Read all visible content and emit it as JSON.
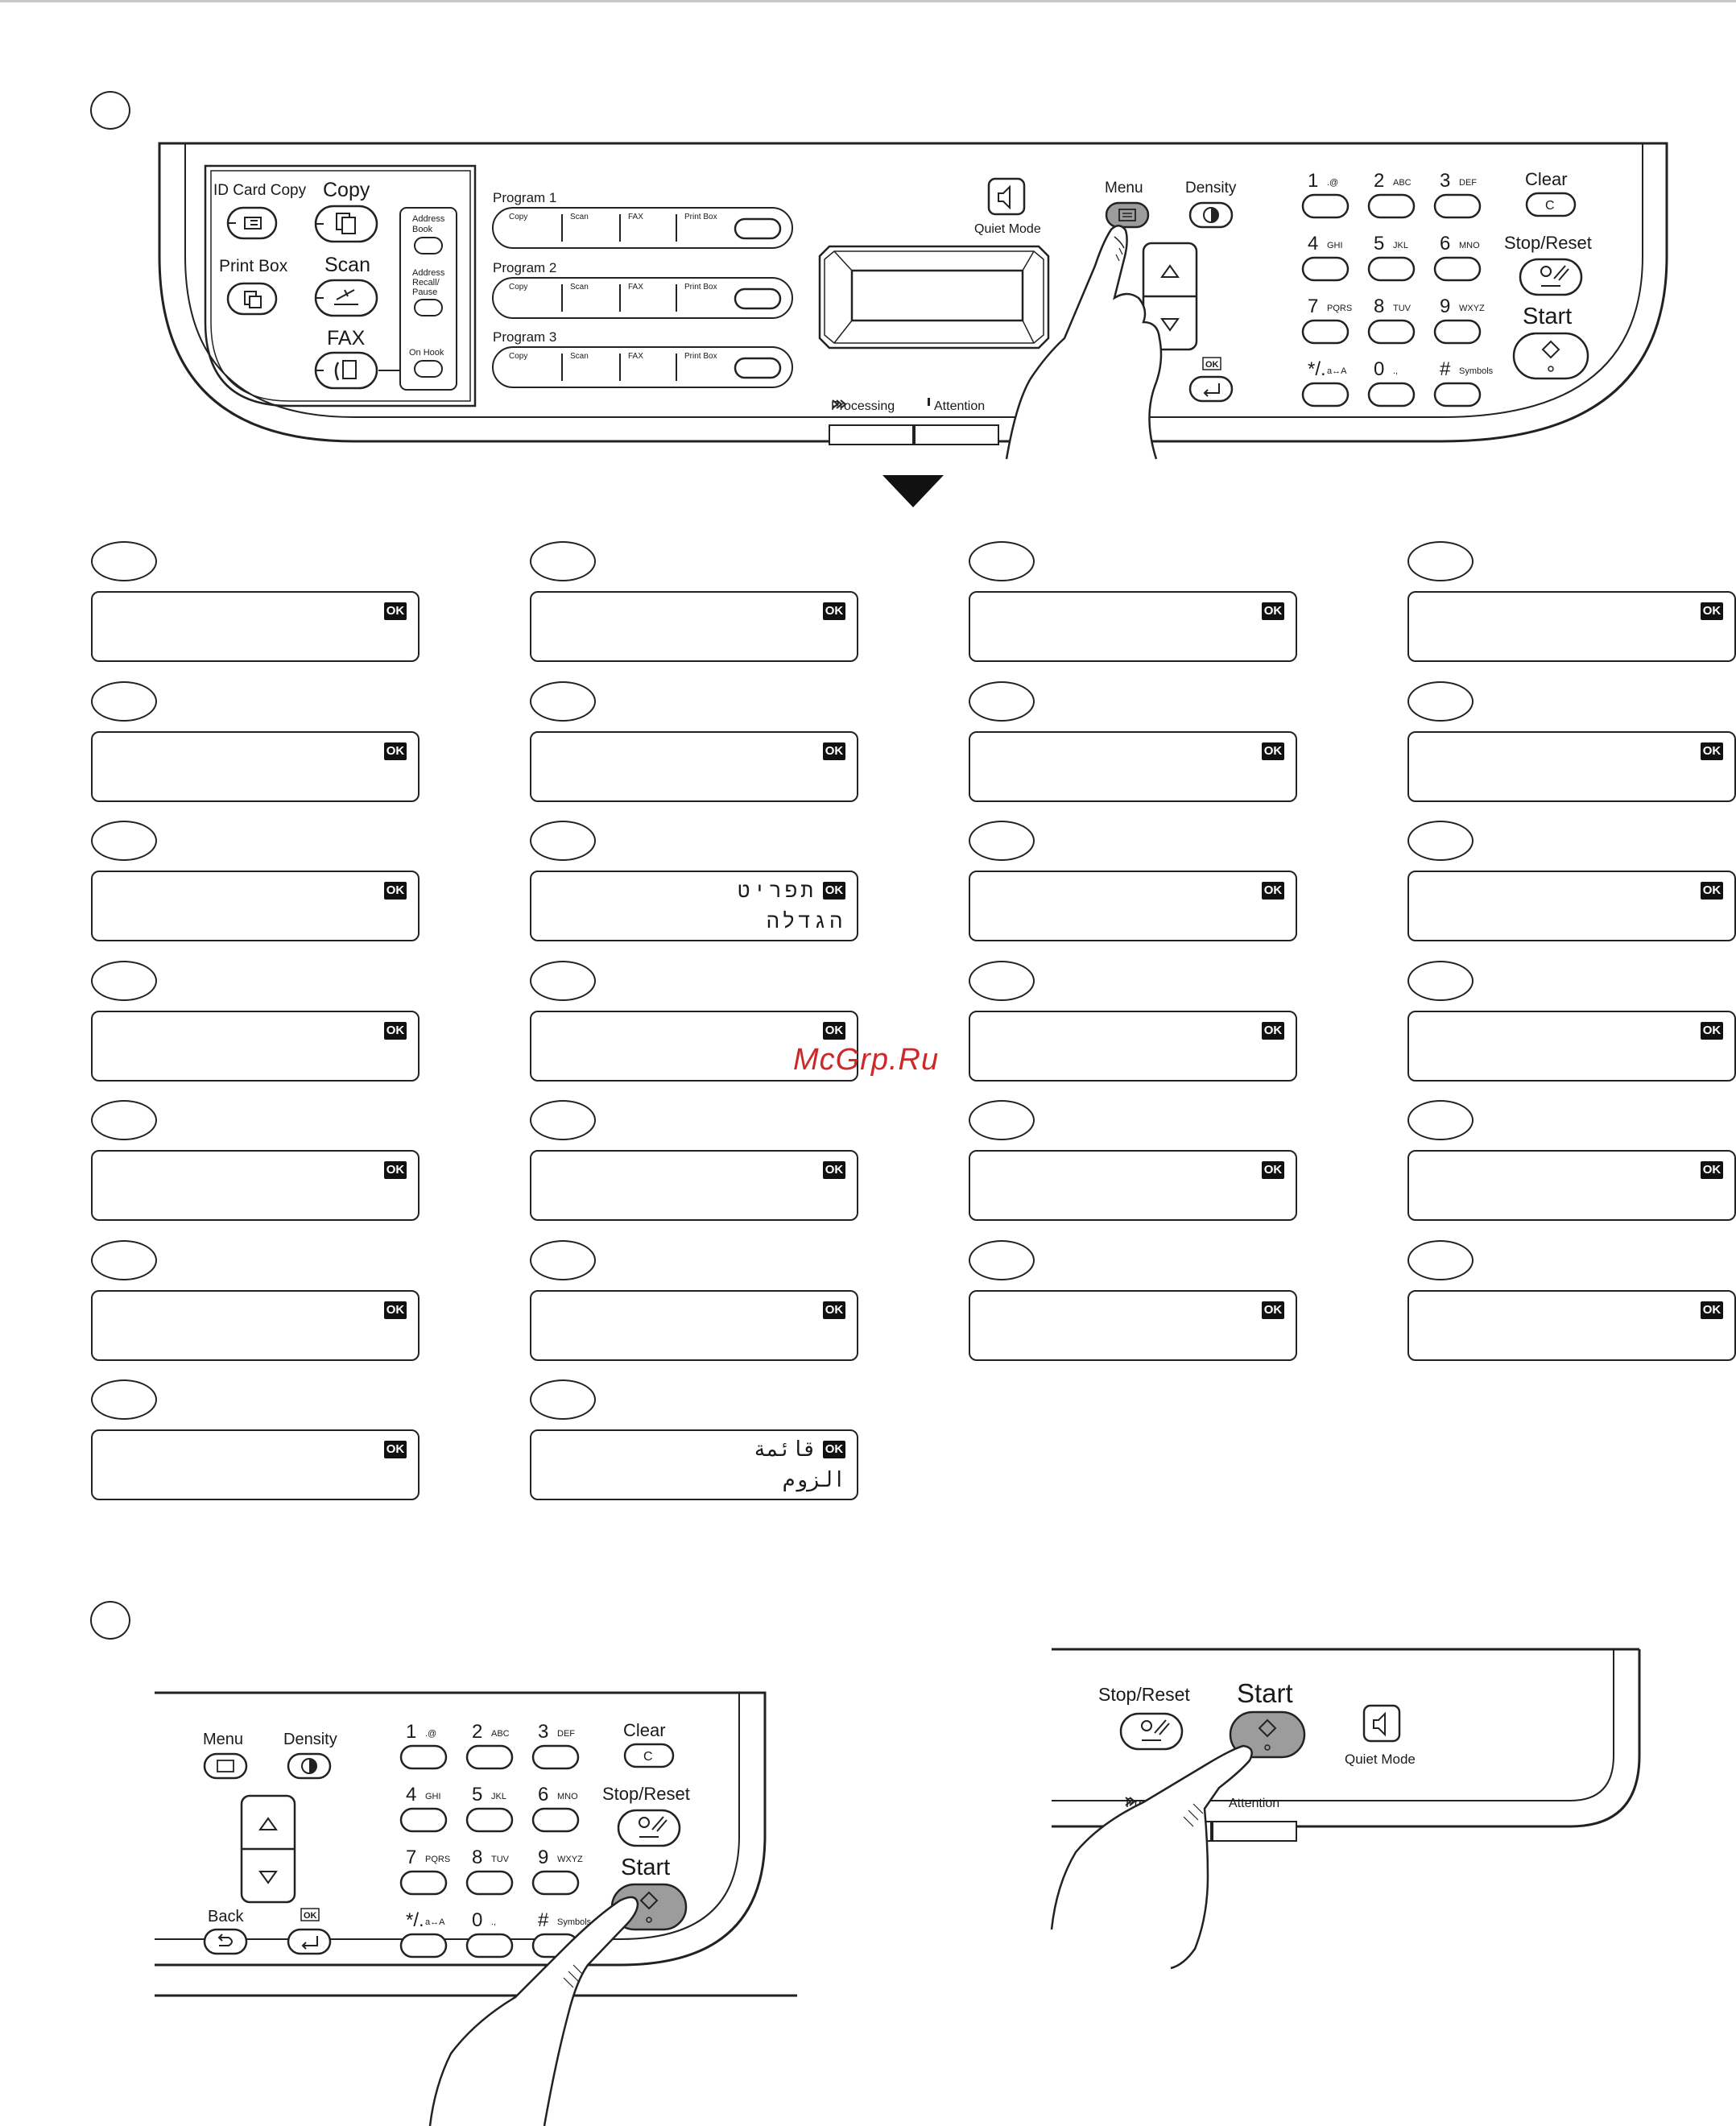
{
  "panel": {
    "id_card_copy": "ID Card Copy",
    "copy": "Copy",
    "print_box": "Print Box",
    "scan": "Scan",
    "fax": "FAX",
    "address_book": [
      "Address",
      "Book"
    ],
    "address_recall": [
      "Address",
      "Recall/",
      "Pause"
    ],
    "on_hook": "On Hook",
    "programs": [
      "Program 1",
      "Program 2",
      "Program 3"
    ],
    "program_slots": [
      "Copy",
      "Scan",
      "FAX",
      "Print Box"
    ],
    "quiet_mode": "Quiet Mode",
    "menu": "Menu",
    "density": "Density",
    "clear": "Clear",
    "clear_key": "C",
    "stop_reset": "Stop/Reset",
    "start": "Start",
    "processing": "Processing",
    "attention": "Attention",
    "ok_badge": "OK",
    "back": "Back",
    "keys": [
      {
        "num": "1",
        "sub": ".@"
      },
      {
        "num": "2",
        "sub": "ABC"
      },
      {
        "num": "3",
        "sub": "DEF"
      },
      {
        "num": "4",
        "sub": "GHI"
      },
      {
        "num": "5",
        "sub": "JKL"
      },
      {
        "num": "6",
        "sub": "MNO"
      },
      {
        "num": "7",
        "sub": "PQRS"
      },
      {
        "num": "8",
        "sub": "TUV"
      },
      {
        "num": "9",
        "sub": "WXYZ"
      },
      {
        "num": "*/.",
        "sub": "a↔A"
      },
      {
        "num": "0",
        "sub": ".,"
      },
      {
        "num": "#",
        "sub": "Symbols"
      }
    ]
  },
  "lcd": {
    "ok": "OK",
    "columns": [
      [
        {
          "line1": "",
          "line2": ""
        },
        {
          "line1": "",
          "line2": ""
        },
        {
          "line1": "",
          "line2": ""
        },
        {
          "line1": "",
          "line2": ""
        },
        {
          "line1": "",
          "line2": ""
        },
        {
          "line1": "",
          "line2": ""
        },
        {
          "line1": "",
          "line2": ""
        }
      ],
      [
        {
          "line1": "",
          "line2": ""
        },
        {
          "line1": "",
          "line2": ""
        },
        {
          "line1": "תפריט",
          "line2": "הגדלה"
        },
        {
          "line1": "",
          "line2": ""
        },
        {
          "line1": "",
          "line2": ""
        },
        {
          "line1": "",
          "line2": ""
        },
        {
          "line1": "قائمة",
          "line2": "الزوم"
        }
      ],
      [
        {
          "line1": "",
          "line2": ""
        },
        {
          "line1": "",
          "line2": ""
        },
        {
          "line1": "",
          "line2": ""
        },
        {
          "line1": "",
          "line2": ""
        },
        {
          "line1": "",
          "line2": ""
        },
        {
          "line1": "",
          "line2": ""
        }
      ],
      [
        {
          "line1": "",
          "line2": ""
        },
        {
          "line1": "",
          "line2": ""
        },
        {
          "line1": "",
          "line2": ""
        },
        {
          "line1": "",
          "line2": ""
        },
        {
          "line1": "",
          "line2": ""
        },
        {
          "line1": "",
          "line2": ""
        }
      ]
    ]
  },
  "watermark": "McGrp.Ru"
}
